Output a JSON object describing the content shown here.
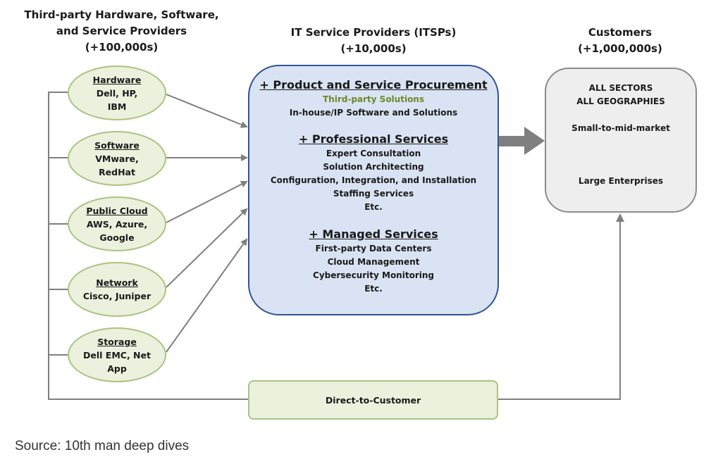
{
  "columns": {
    "left_title": [
      "Third-party Hardware, Software,",
      "and Service Providers",
      "(+100,000s)"
    ],
    "middle_title": [
      "IT Service Providers (ITSPs)",
      "(+10,000s)"
    ],
    "right_title": [
      "Customers",
      "(+1,000,000s)"
    ]
  },
  "providers": [
    {
      "title": "Hardware",
      "lines": [
        "Dell, HP,",
        "IBM"
      ]
    },
    {
      "title": "Software",
      "lines": [
        "VMware,",
        "RedHat"
      ]
    },
    {
      "title": "Public Cloud",
      "lines": [
        "AWS, Azure,",
        "Google"
      ]
    },
    {
      "title": "Network",
      "lines": [
        "Cisco, Juniper"
      ]
    },
    {
      "title": "Storage",
      "lines": [
        "Dell EMC, Net",
        "App"
      ]
    }
  ],
  "itsp": {
    "procurement": {
      "heading": "+ Product and Service Procurement",
      "highlight": "Third-party Solutions",
      "items": [
        "In-house/IP Software and Solutions"
      ]
    },
    "professional": {
      "heading": "+ Professional Services",
      "items": [
        "Expert Consultation",
        "Solution Architecting",
        "Configuration, Integration, and Installation",
        "Staffing Services",
        "Etc."
      ]
    },
    "managed": {
      "heading": "+ Managed Services",
      "items": [
        "First-party Data Centers",
        "Cloud Management",
        "Cybersecurity Monitoring",
        "Etc."
      ]
    }
  },
  "customers": {
    "line1": "ALL SECTORS",
    "line2": "ALL GEOGRAPHIES",
    "from": "Small-to-mid-market",
    "to": "Large Enterprises"
  },
  "direct": "Direct-to-Customer",
  "source": "Source: 10th man deep dives",
  "colors": {
    "provider_fill": "#ebf1dd",
    "provider_border": "#a9c47f",
    "itsp_fill": "#dae3f3",
    "itsp_border": "#2f5597",
    "customer_fill": "#eeeeee",
    "customer_border": "#8c8c8c",
    "arrow": "#7f7f7f",
    "highlight_text": "#6a8a2a"
  }
}
